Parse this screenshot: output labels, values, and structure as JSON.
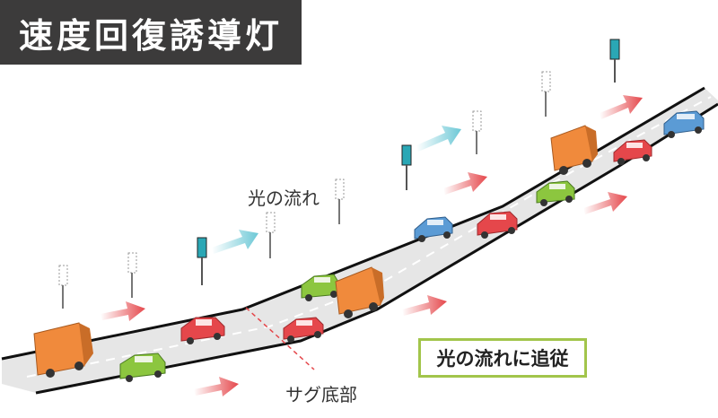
{
  "title": "速度回復誘導灯",
  "labels": {
    "light_flow": "光の流れ",
    "sag_bottom": "サグ底部",
    "follow_light": "光の流れに追従"
  },
  "colors": {
    "title_bg": "#3c3b3b",
    "road": "#e6e6e6",
    "road_edge": "#111111",
    "lamp_on": "#2aa7b5",
    "arrow_red": "#e5474b",
    "arrow_blue": "#6cc8d6",
    "truck": "#f08a3c",
    "car_red": "#e5474b",
    "car_green": "#8cc63f",
    "car_blue": "#5b9bd5",
    "box_border": "#a2c54b"
  }
}
